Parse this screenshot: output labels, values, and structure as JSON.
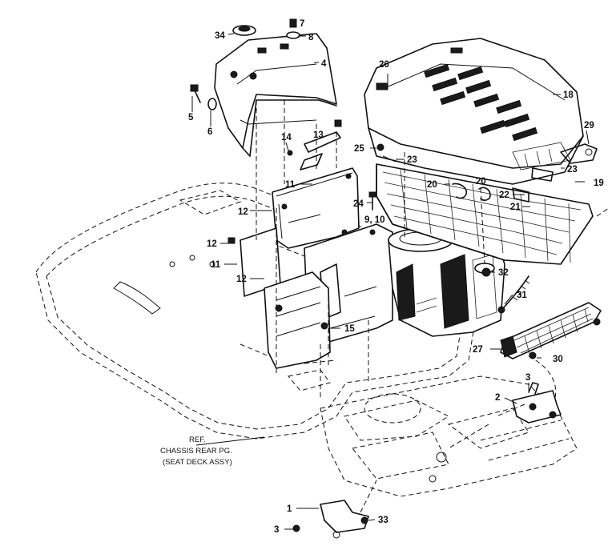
{
  "reference_note": {
    "line1": "REF.",
    "line2": "CHASSIS REAR PG.",
    "line3": "(SEAT DECK ASSY)"
  },
  "callouts": [
    {
      "id": "c34",
      "text": "34"
    },
    {
      "id": "c7",
      "text": "7"
    },
    {
      "id": "c8",
      "text": "8"
    },
    {
      "id": "c4",
      "text": "4"
    },
    {
      "id": "c5",
      "text": "5"
    },
    {
      "id": "c6",
      "text": "6"
    },
    {
      "id": "c14",
      "text": "14"
    },
    {
      "id": "c13",
      "text": "13"
    },
    {
      "id": "c26",
      "text": "26"
    },
    {
      "id": "c18",
      "text": "18"
    },
    {
      "id": "c29",
      "text": "29"
    },
    {
      "id": "c25",
      "text": "25"
    },
    {
      "id": "c23a",
      "text": "23"
    },
    {
      "id": "c23b",
      "text": "23"
    },
    {
      "id": "c19",
      "text": "19"
    },
    {
      "id": "c20a",
      "text": "20"
    },
    {
      "id": "c20b",
      "text": "20"
    },
    {
      "id": "c22",
      "text": "22"
    },
    {
      "id": "c21",
      "text": "21"
    },
    {
      "id": "c11a",
      "text": "11"
    },
    {
      "id": "c24",
      "text": "24"
    },
    {
      "id": "c12a",
      "text": "12"
    },
    {
      "id": "c9_10",
      "text": "9, 10"
    },
    {
      "id": "c12b",
      "text": "12"
    },
    {
      "id": "c11b",
      "text": "11"
    },
    {
      "id": "c12c",
      "text": "12"
    },
    {
      "id": "c32",
      "text": "32"
    },
    {
      "id": "c31",
      "text": "31"
    },
    {
      "id": "c15",
      "text": "15"
    },
    {
      "id": "c27",
      "text": "27"
    },
    {
      "id": "c30",
      "text": "30"
    },
    {
      "id": "c3a",
      "text": "3"
    },
    {
      "id": "c2",
      "text": "2"
    },
    {
      "id": "c1",
      "text": "1"
    },
    {
      "id": "c3b",
      "text": "3"
    },
    {
      "id": "c33",
      "text": "33"
    }
  ]
}
